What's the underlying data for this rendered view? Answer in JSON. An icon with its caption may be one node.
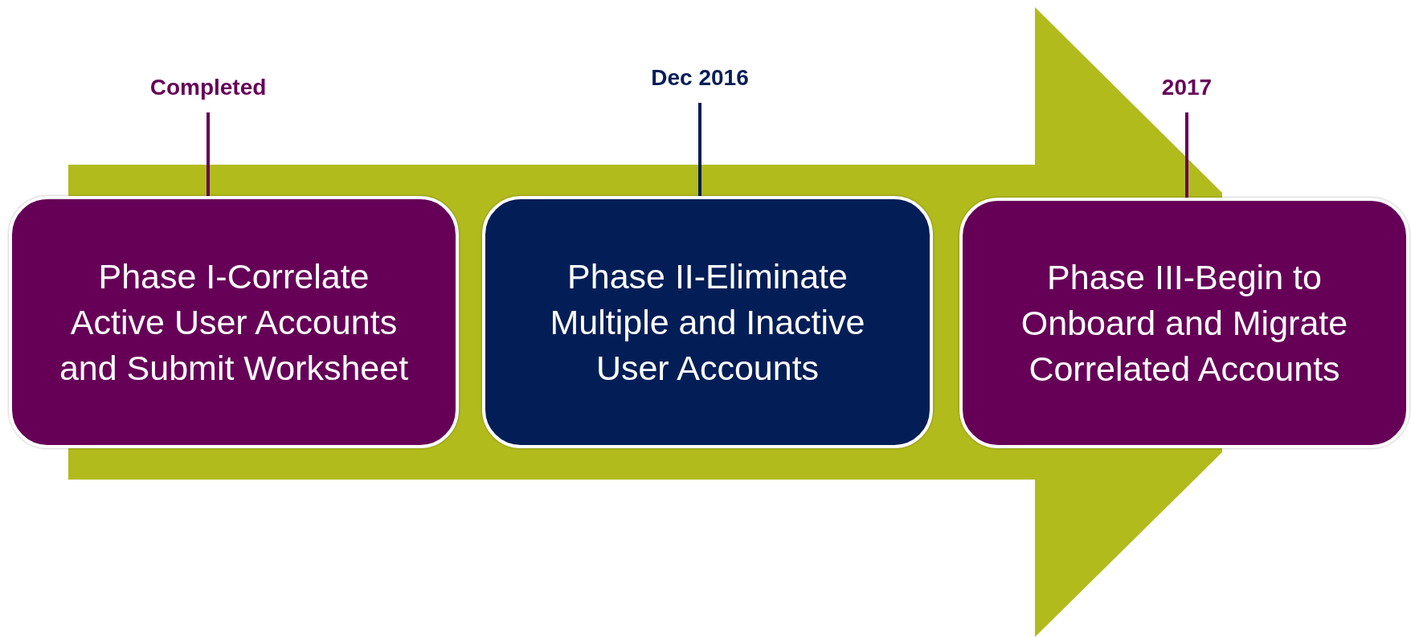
{
  "diagram": {
    "nodes": [
      {
        "text": [
          "Completed"
        ]
      },
      {
        "text": [
          "Dec 2016"
        ]
      },
      {
        "text": [
          "2017"
        ]
      },
      {
        "text": [
          "Phase I-Correlate Active User Accounts and Submit Worksheet"
        ]
      },
      {
        "text": [
          "Phase II-Eliminate Multiple and Inactive User Accounts"
        ]
      },
      {
        "text": [
          "Phase III-Begin to Onboard and Migrate Correlated Accounts"
        ]
      }
    ],
    "edges": [
      {
        "from": 0,
        "to": 3,
        "arrow": "none"
      },
      {
        "from": 1,
        "to": 4,
        "arrow": "none",
        "color": "#031e57"
      },
      {
        "from": 2,
        "to": 5,
        "arrow": "none"
      }
    ]
  }
}
